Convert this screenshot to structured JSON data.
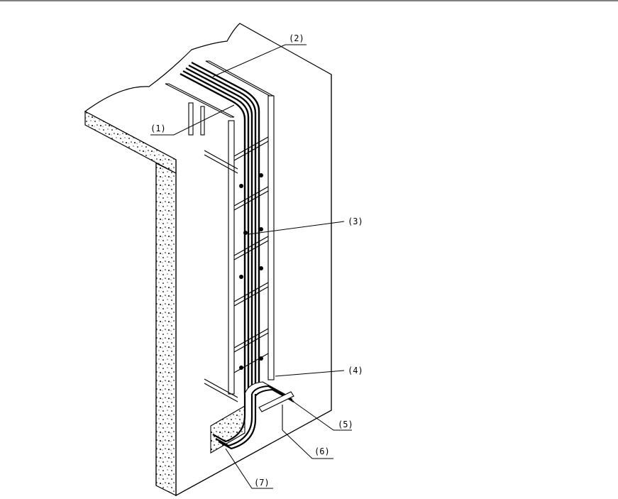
{
  "diagram": {
    "callouts": [
      {
        "id": "1",
        "label": "(1)"
      },
      {
        "id": "2",
        "label": "(2)"
      },
      {
        "id": "3",
        "label": "(3)"
      },
      {
        "id": "4",
        "label": "(4)"
      },
      {
        "id": "5",
        "label": "(5)"
      },
      {
        "id": "6",
        "label": "(6)"
      },
      {
        "id": "7",
        "label": "(7)"
      }
    ]
  },
  "colors": {
    "line": "#000000",
    "background": "#ffffff"
  }
}
